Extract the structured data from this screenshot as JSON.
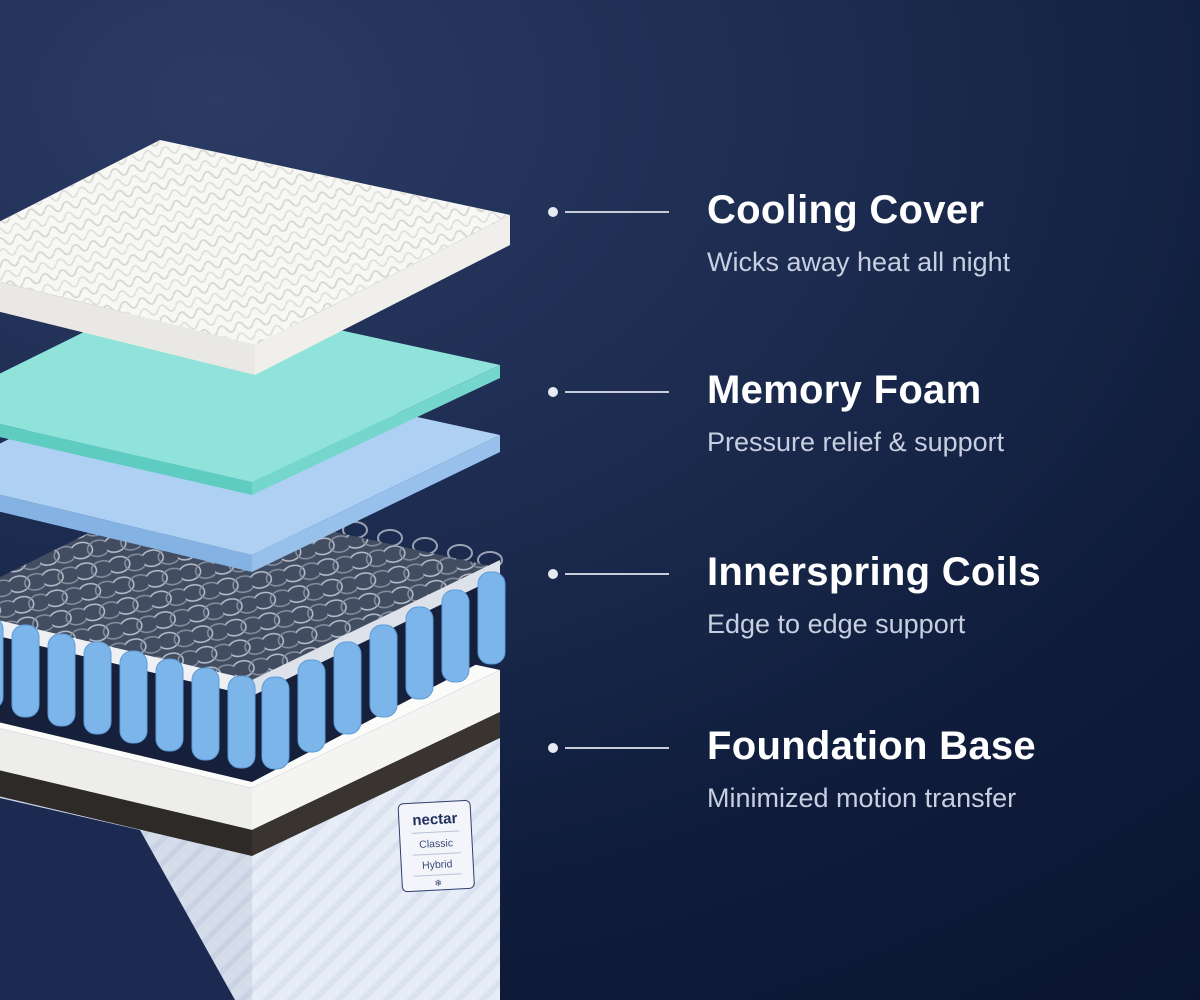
{
  "background": {
    "top_color": "#2b3b64",
    "bottom_color": "#0a142e"
  },
  "illustration": {
    "description": "Exploded view of mattress layers",
    "layers": [
      {
        "name": "cooling-cover",
        "color": "#f7f7f5"
      },
      {
        "name": "memory-foam",
        "color": "#90e3da"
      },
      {
        "name": "transition-foam",
        "color": "#aed0f2"
      },
      {
        "name": "innerspring-coils",
        "color": "#7bb5ea"
      },
      {
        "name": "foundation-base",
        "color": "#e7edf7"
      }
    ],
    "badge": {
      "brand": "nectar",
      "model": "Classic",
      "type": "Hybrid",
      "icon": "❄"
    }
  },
  "labels": [
    {
      "title": "Cooling Cover",
      "subtitle": "Wicks away heat all night"
    },
    {
      "title": "Memory Foam",
      "subtitle": "Pressure relief & support"
    },
    {
      "title": "Innerspring Coils",
      "subtitle": "Edge to edge support"
    },
    {
      "title": "Foundation Base",
      "subtitle": "Minimized motion transfer"
    }
  ]
}
